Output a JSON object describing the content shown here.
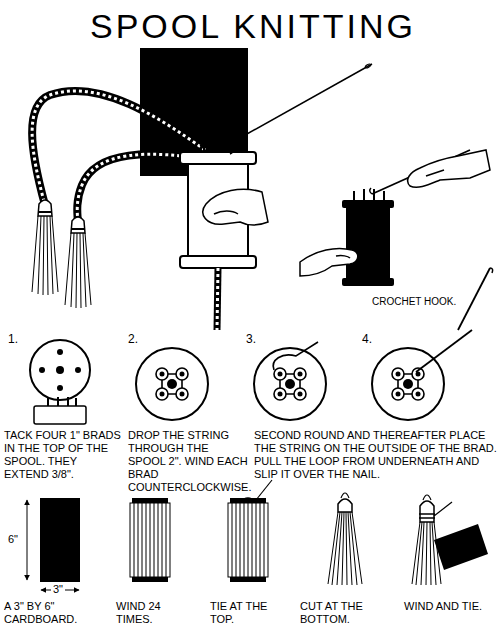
{
  "diagram": {
    "title": "SPOOL KNITTING",
    "labels": [
      "CROCHET HOOK.",
      "1.",
      "TACK FOUR 1\" BRADS IN THE TOP OF THE SPOOL. THEY EXTEND 3/8\".",
      "2.",
      "DROP THE STRING THROUGH THE SPOOL 2\". WIND EACH BRAD COUNTERCLOCKWISE.",
      "3.",
      "4.",
      "SECOND ROUND AND THEREAFTER PLACE THE STRING ON THE OUTSIDE OF THE BRAD. PULL THE LOOP FROM UNDERNEATH AND SLIP IT OVER THE NAIL.",
      "6\"",
      "3\"",
      "A 3\" BY 6\" CARDBOARD.",
      "WIND 24 TIMES.",
      "TIE AT THE TOP.",
      "CUT AT THE BOTTOM.",
      "WIND AND TIE."
    ]
  }
}
